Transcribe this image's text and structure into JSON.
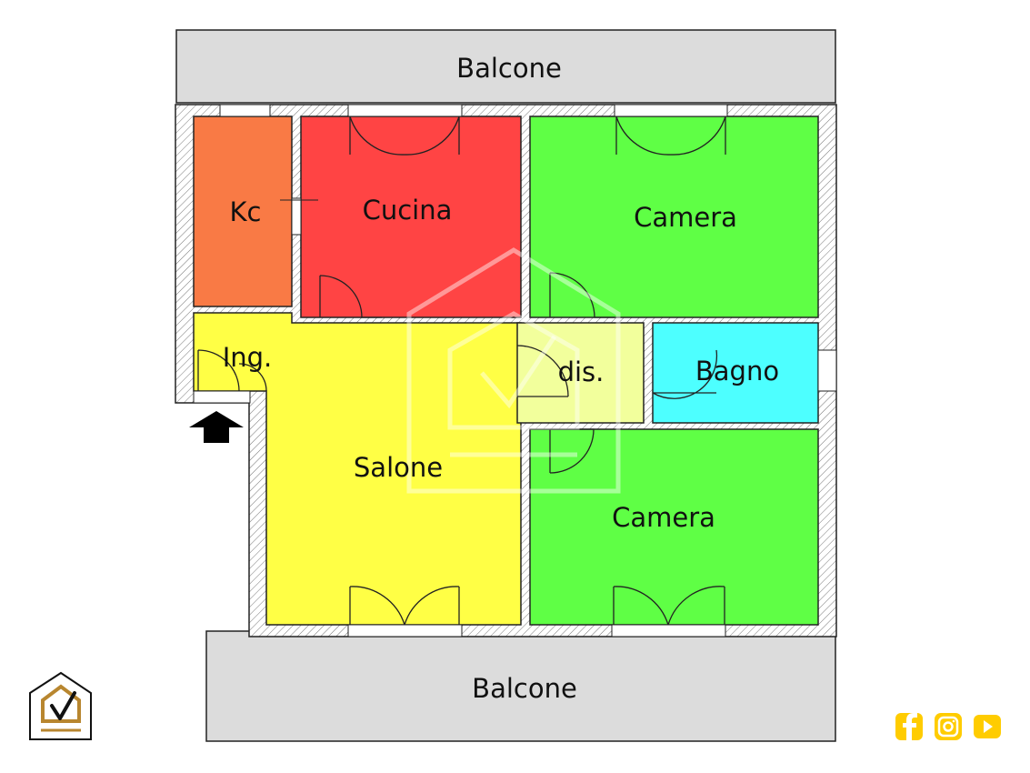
{
  "plan": {
    "rooms": [
      {
        "id": "balcony-top",
        "label": "Balcone",
        "color": "#dcdcdc"
      },
      {
        "id": "kc",
        "label": "Kc",
        "color": "#f97a45"
      },
      {
        "id": "kitchen",
        "label": "Cucina",
        "color": "#ff4444"
      },
      {
        "id": "bedroom-top",
        "label": "Camera",
        "color": "#5fff45"
      },
      {
        "id": "entrance",
        "label": "Ing.",
        "color": "#ffff45"
      },
      {
        "id": "hall",
        "label": "dis.",
        "color": "#f2ff9c"
      },
      {
        "id": "bathroom",
        "label": "Bagno",
        "color": "#4dffff"
      },
      {
        "id": "living",
        "label": "Salone",
        "color": "#ffff45"
      },
      {
        "id": "bedroom-bottom",
        "label": "Camera",
        "color": "#5fff45"
      },
      {
        "id": "balcony-bottom",
        "label": "Balcone",
        "color": "#dcdcdc"
      }
    ]
  },
  "branding": {
    "logo_icon": "house-check-icon",
    "accent": "#b8862f"
  },
  "social": [
    {
      "icon": "facebook-icon"
    },
    {
      "icon": "instagram-icon"
    },
    {
      "icon": "youtube-icon"
    }
  ],
  "social_color": "#ffcc00"
}
